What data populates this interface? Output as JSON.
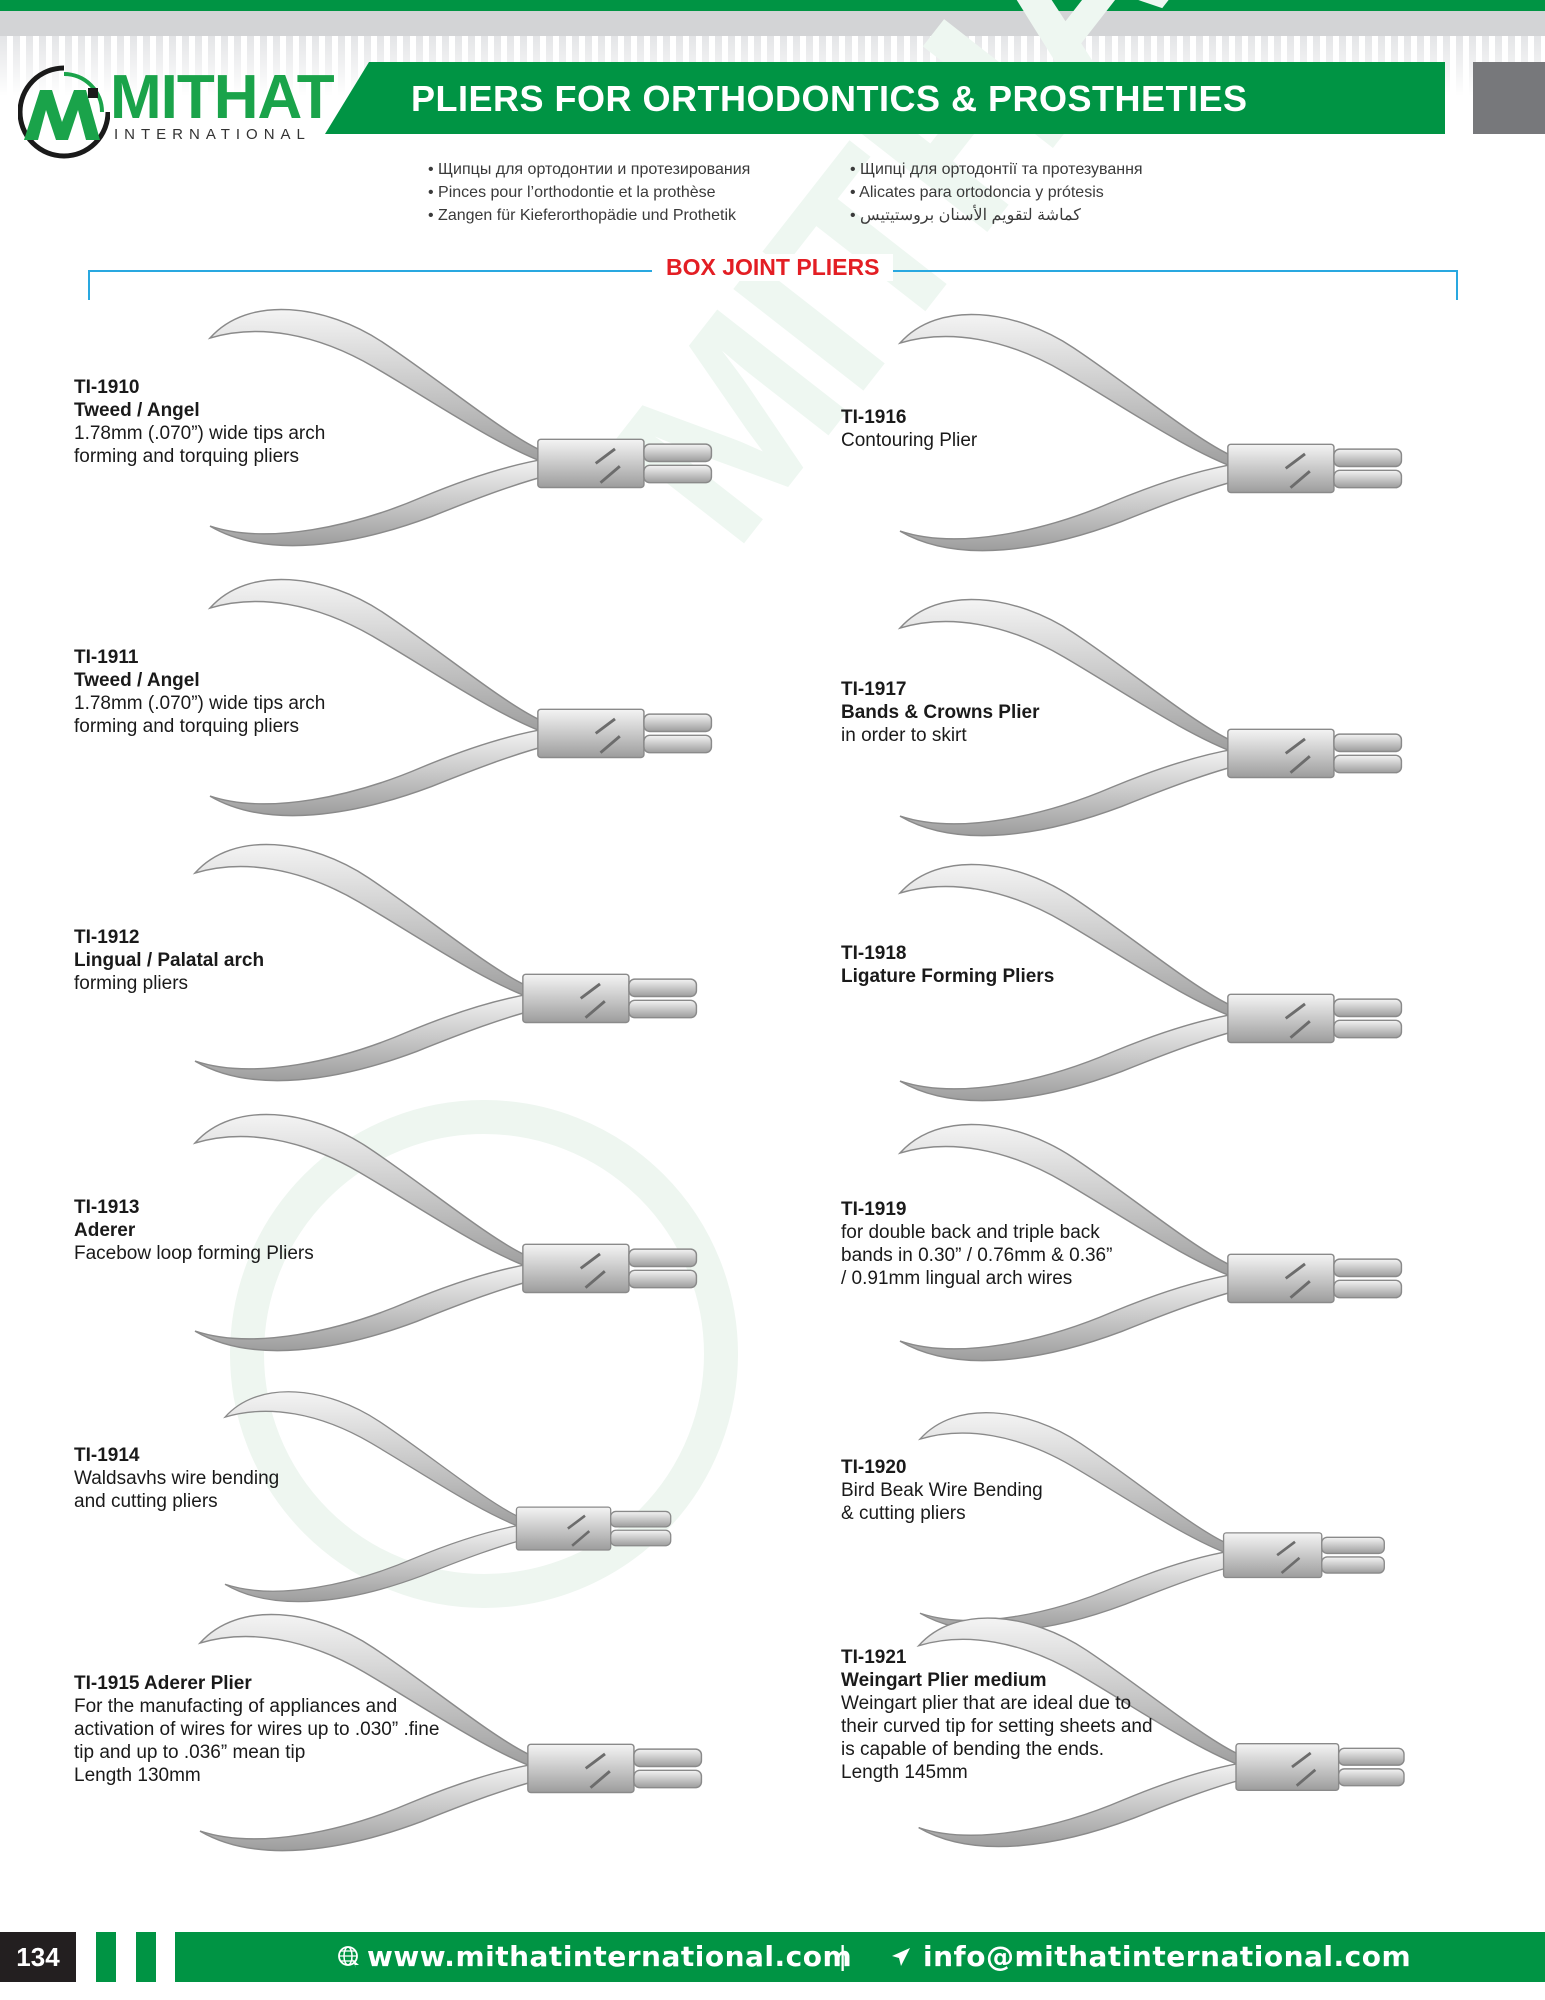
{
  "header": {
    "logo_word": "MITHAT",
    "logo_sub": "INTERNATIONAL",
    "title": "PLIERS FOR ORTHODONTICS & PROSTHETIES",
    "colors": {
      "brand_green": "#009444",
      "accent_red": "#e31e24",
      "frame_blue": "#29a8e0",
      "grey_box": "#77787b"
    }
  },
  "translations": {
    "left": [
      "Щипцы для ортодонтии и протезирования",
      "Pinces pour l’orthodontie et la prothèse",
      "Zangen für Kieferorthopädie und Prothetik"
    ],
    "right": [
      "Щипці для ортодонтії та протезування",
      "Alicates para ortodoncia y prótesis",
      "كماشة لتقويم الأسنان بروستيتيس"
    ]
  },
  "section": {
    "title": "BOX JOINT PLIERS"
  },
  "products": [
    {
      "code": "TI-1910",
      "name": "Tweed /  Angel",
      "desc": [
        "1.78mm (.070”) wide tips arch",
        "forming and torquing pliers"
      ]
    },
    {
      "code": "TI-1911",
      "name": "Tweed /  Angel",
      "desc": [
        "1.78mm (.070”) wide tips arch",
        "forming and torquing pliers"
      ]
    },
    {
      "code": "TI-1912",
      "name": "Lingual / Palatal arch",
      "desc": [
        "forming pliers"
      ]
    },
    {
      "code": "TI-1913",
      "name": "Aderer",
      "desc": [
        "Facebow loop forming Pliers"
      ]
    },
    {
      "code": "TI-1914",
      "name": "",
      "desc": [
        "Waldsavhs wire bending",
        "and cutting pliers"
      ]
    },
    {
      "code": "TI-1915 Aderer Plier",
      "name": "",
      "desc": [
        "For the manufacting of appliances and",
        "activation of wires for wires up to .030” .fine",
        "tip and up to .036” mean tip",
        "Length 130mm"
      ]
    },
    {
      "code": "TI-1916",
      "name": "",
      "desc": [
        "Contouring Plier"
      ]
    },
    {
      "code": "TI-1917",
      "name": "Bands & Crowns Plier",
      "desc": [
        "in order to skirt"
      ]
    },
    {
      "code": "TI-1918",
      "name": "Ligature Forming Pliers",
      "desc": []
    },
    {
      "code": "TI-1919",
      "name": "",
      "desc": [
        "for double back and triple back",
        "bands in 0.30” / 0.76mm & 0.36”",
        "/ 0.91mm lingual arch wires"
      ]
    },
    {
      "code": "TI-1920",
      "name": "",
      "desc": [
        "Bird Beak Wire Bending",
        "& cutting pliers"
      ]
    },
    {
      "code": "TI-1921",
      "name": "Weingart Plier medium",
      "desc": [
        "Weingart plier that are ideal due to",
        "their curved tip for setting sheets and",
        "is capable of bending the ends.",
        "Length 145mm"
      ]
    }
  ],
  "footer": {
    "page_number": "134",
    "website": "www.mithatinternational.com",
    "separator": "|",
    "email": "info@mithatinternational.com",
    "icons": {
      "website": "globe-icon",
      "email": "paper-plane-icon"
    }
  }
}
